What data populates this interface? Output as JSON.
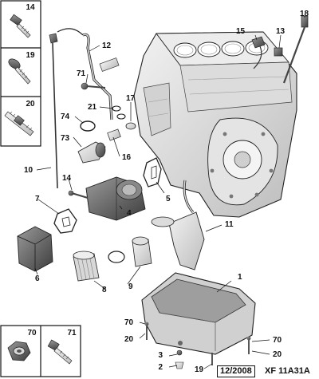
{
  "side_insets": [
    {
      "label": "14"
    },
    {
      "label": "19"
    },
    {
      "label": "20"
    }
  ],
  "bottom_insets": [
    {
      "label": "70"
    },
    {
      "label": "71"
    }
  ],
  "callouts": {
    "c1": "1",
    "c2": "2",
    "c3": "3",
    "c4": "4",
    "c5": "5",
    "c6": "6",
    "c7": "7",
    "c8": "8",
    "c9": "9",
    "c10": "10",
    "c11": "11",
    "c12": "12",
    "c13": "13",
    "c14": "14",
    "c15": "15",
    "c16": "16",
    "c17": "17",
    "c18": "18",
    "c19": "19",
    "c20": "20",
    "c20b": "20",
    "c21": "21",
    "c70": "70",
    "c70b": "70",
    "c71": "71",
    "c73": "73",
    "c74": "74"
  },
  "footer": {
    "date": "12/2008",
    "code": "XF 11A31A"
  }
}
